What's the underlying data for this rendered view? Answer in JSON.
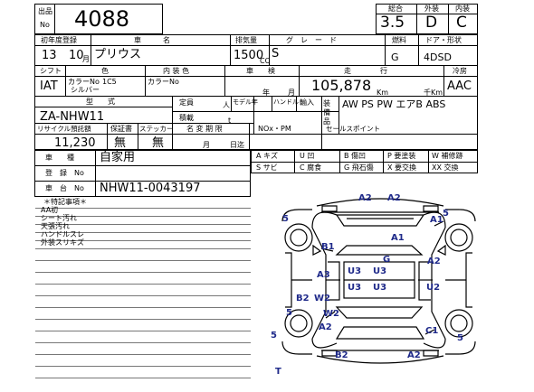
{
  "header": {
    "lot_label_1": "出品",
    "lot_label_2": "No",
    "lot_no": "4088",
    "total_label": "総合",
    "exterior_label": "外装",
    "interior_label": "内装",
    "total_score": "3.5",
    "exterior_grade": "D",
    "interior_grade": "C"
  },
  "row1": {
    "first_reg_label": "初年度登録",
    "name_label": "車　　　名",
    "displacement_label": "排気量",
    "grade_label": "グ　レ　ー　ド",
    "fuel_label": "燃料",
    "door_label": "ドア・形状",
    "reg_year": "13",
    "reg_month": "10",
    "month_unit": "月",
    "car_name": "プリウス",
    "displacement": "1500",
    "cc_unit": "CC",
    "grade": "S",
    "fuel": "G",
    "body_shape": "4DSD"
  },
  "row2": {
    "shift_label": "シフト",
    "color_label": "色",
    "interior_color_label": "内 装 色",
    "inspection_label": "車　　検",
    "mileage_label": "走　　　　行",
    "ac_label": "冷房",
    "shift": "IAT",
    "color_no_label": "カラーNo",
    "color_no": "1C5",
    "color_name": "シルバー",
    "int_color_no_label": "カラーNo",
    "year_unit": "年",
    "month_unit": "月",
    "mileage": "105,878",
    "km_unit": "Km",
    "thousand_km_unit": "千Km",
    "ac": "AAC"
  },
  "row3": {
    "model_label": "型　　式",
    "capacity_label": "定員",
    "person_unit": "人",
    "model_change_label": "モデル年",
    "handle_label": "ハンドル",
    "import_label": "輸入",
    "equipment_label": "装備品",
    "load_label": "積載",
    "ton_unit": "t",
    "model": "ZA-NHW11",
    "equipment": "AW PS PW エアB ABS"
  },
  "row4": {
    "recycle_label": "リサイクル預託額",
    "warranty_label": "保証書",
    "sticker_label": "ステッカー",
    "name_change_label": "名 変 期 限",
    "nox_label": "NOx・PM",
    "selling_points_label": "セールスポイント",
    "recycle_amount": "11,230",
    "warranty": "無",
    "sticker": "無",
    "month_unit": "月",
    "date_unit": "日迄"
  },
  "usage": {
    "type_label": "車　　種",
    "type": "自家用",
    "reg_no_label": "登　録　No",
    "chassis_label": "車　台　No",
    "chassis_no": "NHW11-0043197"
  },
  "legend": {
    "a": "A キズ",
    "u": "U 凹",
    "b": "B 傷凹",
    "p": "P 要塗装",
    "w": "W 補修跡",
    "s": "S サビ",
    "c": "C 腐食",
    "g": "G 飛石傷",
    "x": "X 要交換",
    "xx": "XX 交換"
  },
  "notes": {
    "title": "＊特記事項＊",
    "items": [
      "AA初",
      "シート汚れ",
      "天張汚れ",
      "ハンドルスレ",
      "外装スリキズ"
    ]
  },
  "diagram": {
    "marks": {
      "top_a2_left": "A2",
      "top_a2_right": "A2",
      "left_5_top": "5",
      "right_a1": "A1",
      "right_5_top": "5",
      "b1": "B1",
      "a1_mid": "A1",
      "a2_right_upper": "A2",
      "a3_left": "A3",
      "g_center": "G",
      "u3_left": "U3",
      "u3_right": "U3",
      "u3_lower_left": "U3",
      "u3_lower_right": "U3",
      "b2": "B2",
      "w2_left": "W2",
      "u2": "U2",
      "w2_mid": "W2",
      "left_5_bottom": "5",
      "a2_left_lower": "A2",
      "c1": "C1",
      "right_5_bottom": "5",
      "left_5_rear": "5",
      "b2_bottom": "B2",
      "a2_bottom": "A2",
      "t_mark": "T"
    },
    "mark_color": "#1f2a8a"
  }
}
